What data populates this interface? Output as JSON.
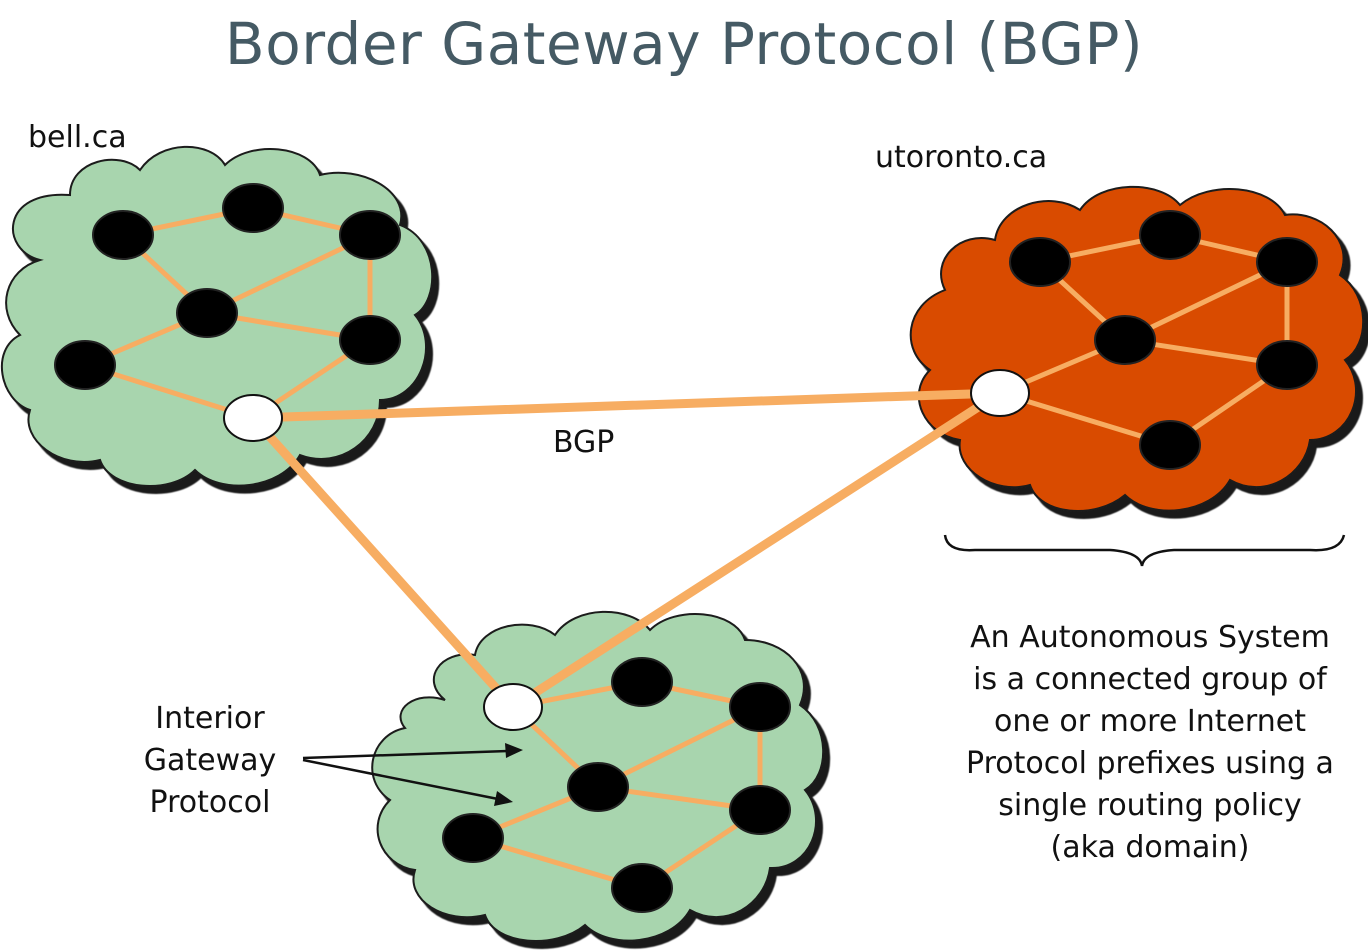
{
  "title": "Border Gateway Protocol (BGP)",
  "labels": {
    "bell": "bell.ca",
    "utoronto": "utoronto.ca",
    "bgp": "BGP",
    "igp_lines": [
      "Interior",
      "Gateway",
      "Protocol"
    ],
    "as_definition_lines": [
      "An Autonomous System",
      "is a connected group of",
      "one or more Internet",
      "Protocol prefixes using a",
      "single routing policy",
      "(aka domain)"
    ]
  },
  "colors": {
    "title": "#455a64",
    "cloud_green": "#a8d5ae",
    "cloud_orange": "#d94c02",
    "link": "#f7ad62",
    "router": "#000000",
    "border_router": "#ffffff"
  }
}
